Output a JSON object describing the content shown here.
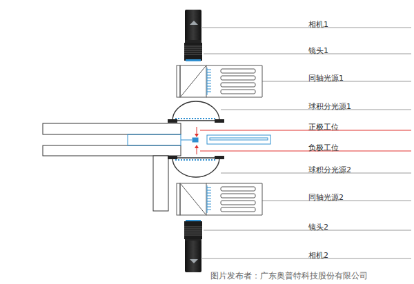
{
  "diagram": {
    "labels": [
      "相机1",
      "镜头1",
      "同轴光源1",
      "球积分光源1",
      "正极工位",
      "负极工位",
      "球积分光源2",
      "同轴光源2",
      "镜头2",
      "相机2",
      "图片发布者：广东奥普特科技股份有限公司"
    ]
  }
}
